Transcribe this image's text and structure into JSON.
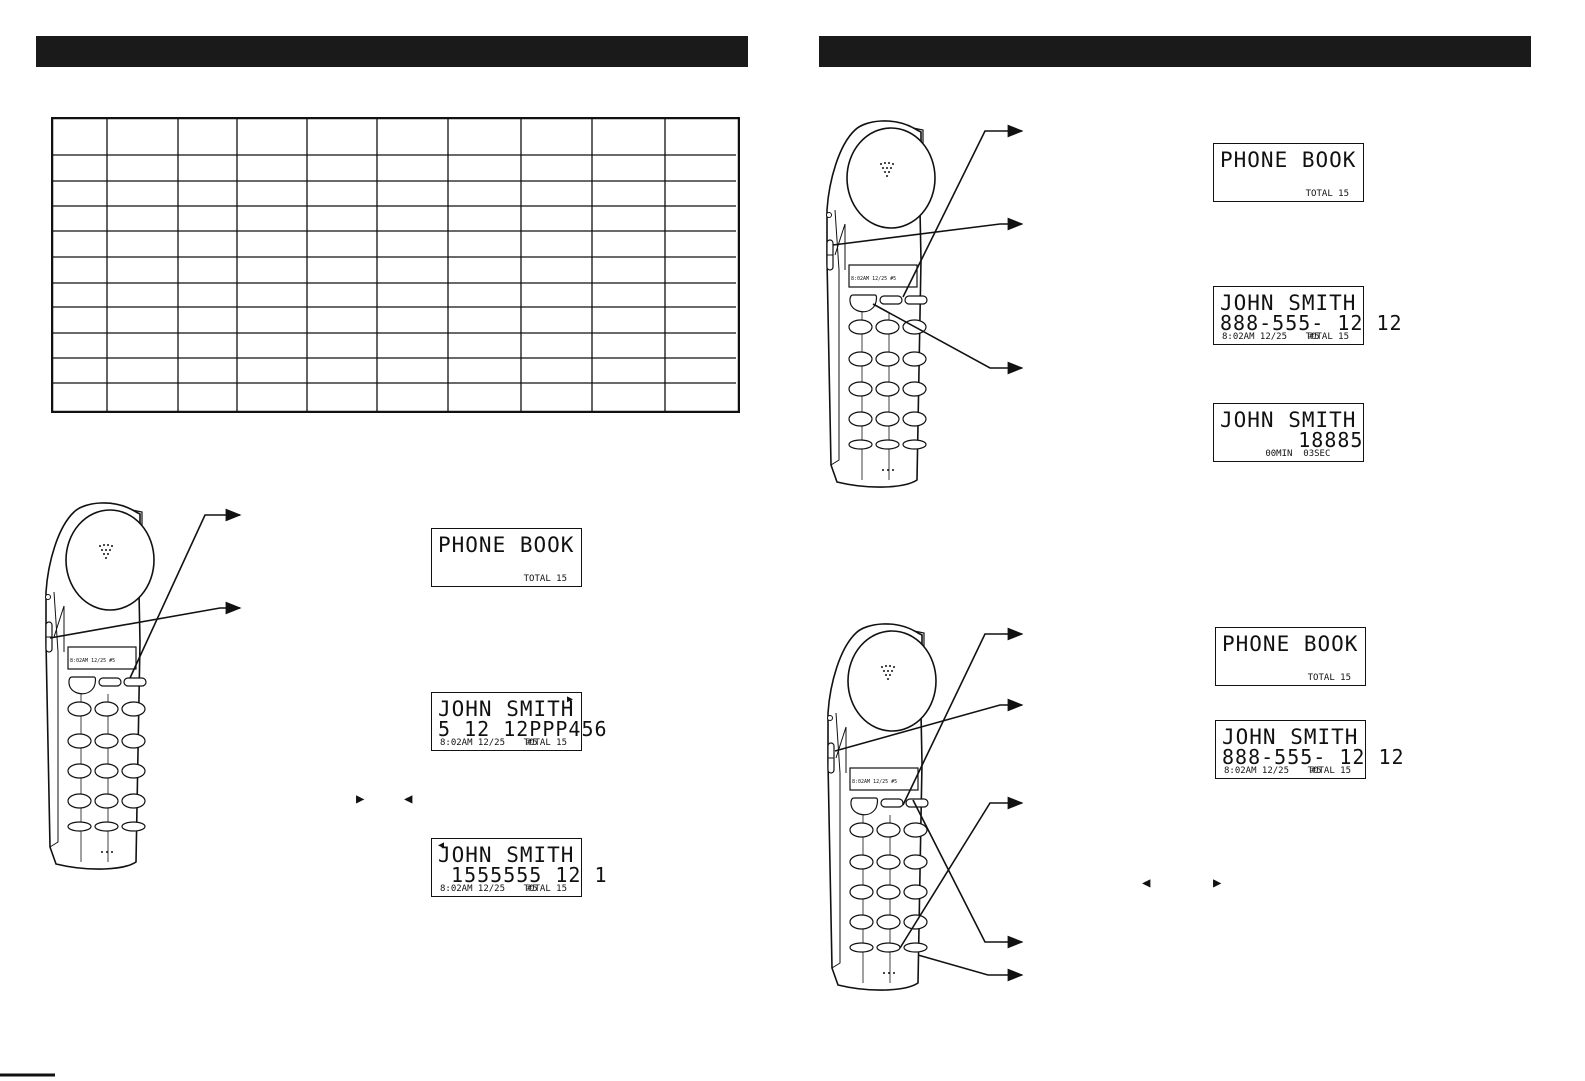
{
  "displays": {
    "a": {
      "line1": "PHONE BOOK",
      "line2": "",
      "status": "",
      "total": "TOTAL 15"
    },
    "b": {
      "line1": "JOHN SMITH",
      "line2": "5 12 12PPP456",
      "status": "8:02AM 12/25    #5",
      "total": "TOTAL 15"
    },
    "c": {
      "line1": "JOHN SMITH",
      "line2": " 1555555 12 1",
      "status": "8:02AM 12/25    #5",
      "total": "TOTAL 15"
    },
    "d": {
      "line1": "PHONE BOOK",
      "line2": "",
      "status": "",
      "total": "TOTAL 15"
    },
    "e": {
      "line1": "JOHN SMITH",
      "line2": "888-555- 12 12",
      "status": "8:02AM 12/25    #5",
      "total": "TOTAL 15"
    },
    "f": {
      "line1": "JOHN SMITH",
      "line2": "      18885",
      "status": "        00MIN  03SEC",
      "total": ""
    },
    "g": {
      "line1": "PHONE BOOK",
      "line2": "",
      "status": "",
      "total": "TOTAL 15"
    },
    "h": {
      "line1": "JOHN SMITH",
      "line2": "888-555- 12 12",
      "status": "8:02AM 12/25    #5",
      "total": "TOTAL 15"
    }
  },
  "scroll_indicators": {
    "right_marker": "▶",
    "left_marker": "◀",
    "left_page_right": "▶",
    "left_page_left": "◀",
    "right_page_left": "◀",
    "right_page_right": "▶"
  },
  "phone_keypad": {
    "lcd_status": "8:02AM 12/25 #5"
  }
}
